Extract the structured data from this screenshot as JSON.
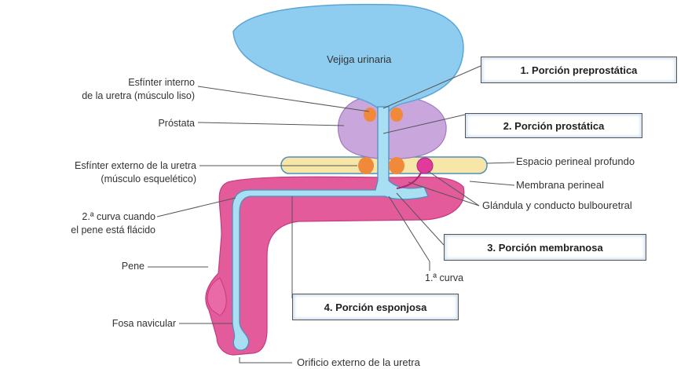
{
  "organs": {
    "bladder": "Vejiga urinaria"
  },
  "left_labels": {
    "internal_sphincter_1": "Esfínter interno",
    "internal_sphincter_2": "de la uretra (músculo liso)",
    "prostate": "Próstata",
    "external_sphincter_1": "Esfínter externo de la uretra",
    "external_sphincter_2": "(músculo esquelético)",
    "second_curve_1": "2.ª curva cuando",
    "second_curve_2": "el pene está flácido",
    "penis": "Pene",
    "navicular_fossa": "Fosa navicular"
  },
  "right_labels": {
    "deep_perineal_space": "Espacio perineal profundo",
    "perineal_membrane": "Membrana perineal",
    "bulbourethral_gland": "Glándula y conducto bulbouretral"
  },
  "bottom_labels": {
    "first_curve": "1.ª curva",
    "external_orifice": "Orificio externo de la uretra"
  },
  "portion_boxes": {
    "preprostatic": "1. Porción preprostática",
    "prostatic": "2. Porción prostática",
    "membranous": "3. Porción membranosa",
    "spongy": "4. Porción esponjosa"
  },
  "colors": {
    "bladder": "#8fcdf0",
    "prostate": "#c9a7dc",
    "penis": "#e45b9b",
    "perineal_space": "#f6e6a8",
    "sphincter": "#f08a3a",
    "urethra": "#a9dff2",
    "box_glow": "#cfe0f2"
  }
}
